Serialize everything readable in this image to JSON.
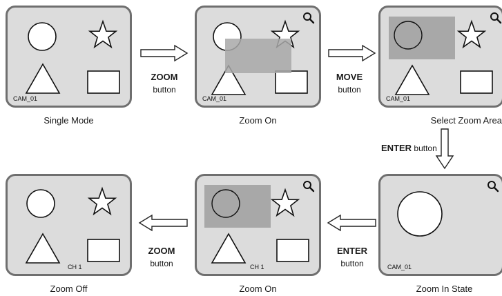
{
  "panels": {
    "single_mode": {
      "caption": "Single Mode",
      "camera": "CAM_01"
    },
    "zoom_on_top": {
      "caption": "Zoom On",
      "camera": "CAM_01"
    },
    "select_zoom_area": {
      "caption": "Select Zoom Area",
      "camera": "CAM_01"
    },
    "zoom_in_state": {
      "caption": "Zoom In State",
      "camera": "CAM_01"
    },
    "zoom_on_bottom": {
      "caption": "Zoom On",
      "camera": "CH 1"
    },
    "zoom_off": {
      "caption": "Zoom Off",
      "camera": "CH 1"
    }
  },
  "arrows": {
    "zoom_1": {
      "key": "ZOOM",
      "word": "button"
    },
    "move": {
      "key": "MOVE",
      "word": "button"
    },
    "enter_down": {
      "key": "ENTER",
      "word": "button"
    },
    "enter_left": {
      "key": "ENTER",
      "word": "button"
    },
    "zoom_2": {
      "key": "ZOOM",
      "word": "button"
    }
  },
  "colors": {
    "panel_fill": "#dcdcdc",
    "panel_border": "#6f6f6f",
    "zoom_overlay": "#a8a8a8"
  },
  "icons": [
    "magnifier-icon",
    "circle-shape",
    "star-shape",
    "triangle-shape",
    "rectangle-shape"
  ]
}
